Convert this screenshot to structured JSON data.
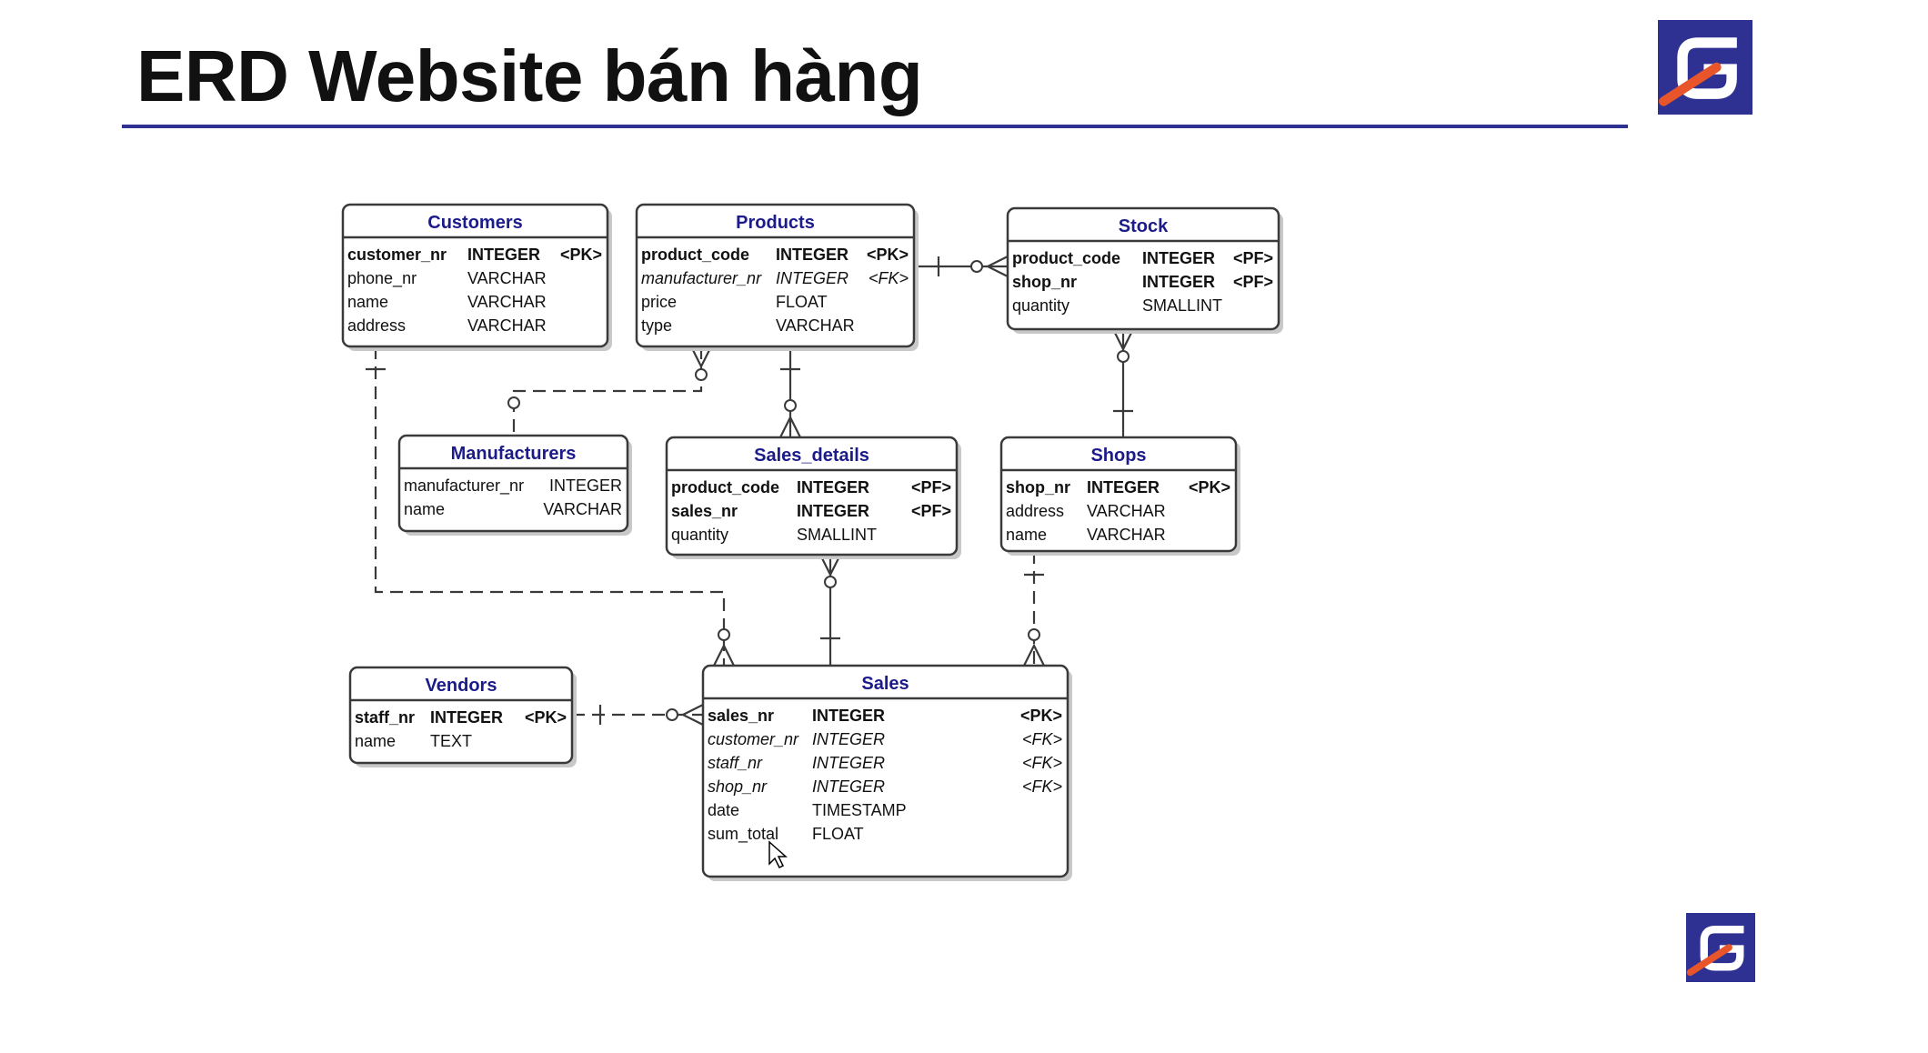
{
  "slide": {
    "title": "ERD Website bán hàng"
  },
  "colors": {
    "accent": "#2e3192",
    "entity_title": "#1b1b8a",
    "logo_orange": "#e8552a"
  },
  "icons": {
    "logo": "brand-g-logo-icon",
    "cursor": "mouse-cursor-icon"
  },
  "entities": [
    {
      "id": "customers",
      "name": "Customers",
      "fields": [
        {
          "name": "customer_nr",
          "type": "INTEGER",
          "key": "<PK>",
          "style": "bold"
        },
        {
          "name": "phone_nr",
          "type": "VARCHAR",
          "key": "",
          "style": "normal"
        },
        {
          "name": "name",
          "type": "VARCHAR",
          "key": "",
          "style": "normal"
        },
        {
          "name": "address",
          "type": "VARCHAR",
          "key": "",
          "style": "normal"
        }
      ]
    },
    {
      "id": "products",
      "name": "Products",
      "fields": [
        {
          "name": "product_code",
          "type": "INTEGER",
          "key": "<PK>",
          "style": "bold"
        },
        {
          "name": "manufacturer_nr",
          "type": "INTEGER",
          "key": "<FK>",
          "style": "italic"
        },
        {
          "name": "price",
          "type": "FLOAT",
          "key": "",
          "style": "normal"
        },
        {
          "name": "type",
          "type": "VARCHAR",
          "key": "",
          "style": "normal"
        }
      ]
    },
    {
      "id": "stock",
      "name": "Stock",
      "fields": [
        {
          "name": "product_code",
          "type": "INTEGER",
          "key": "<PF>",
          "style": "bold"
        },
        {
          "name": "shop_nr",
          "type": "INTEGER",
          "key": "<PF>",
          "style": "bold"
        },
        {
          "name": "quantity",
          "type": "SMALLINT",
          "key": "",
          "style": "normal"
        }
      ]
    },
    {
      "id": "manufacturers",
      "name": "Manufacturers",
      "fields": [
        {
          "name": "manufacturer_nr",
          "type": "INTEGER",
          "key": "",
          "style": "normal"
        },
        {
          "name": "name",
          "type": "VARCHAR",
          "key": "",
          "style": "normal"
        }
      ]
    },
    {
      "id": "sales_details",
      "name": "Sales_details",
      "fields": [
        {
          "name": "product_code",
          "type": "INTEGER",
          "key": "<PF>",
          "style": "bold"
        },
        {
          "name": "sales_nr",
          "type": "INTEGER",
          "key": "<PF>",
          "style": "bold"
        },
        {
          "name": "quantity",
          "type": "SMALLINT",
          "key": "",
          "style": "normal"
        }
      ]
    },
    {
      "id": "shops",
      "name": "Shops",
      "fields": [
        {
          "name": "shop_nr",
          "type": "INTEGER",
          "key": "<PK>",
          "style": "bold"
        },
        {
          "name": "address",
          "type": "VARCHAR",
          "key": "",
          "style": "normal"
        },
        {
          "name": "name",
          "type": "VARCHAR",
          "key": "",
          "style": "normal"
        }
      ]
    },
    {
      "id": "vendors",
      "name": "Vendors",
      "fields": [
        {
          "name": "staff_nr",
          "type": "INTEGER",
          "key": "<PK>",
          "style": "bold"
        },
        {
          "name": "name",
          "type": "TEXT",
          "key": "",
          "style": "normal"
        }
      ]
    },
    {
      "id": "sales",
      "name": "Sales",
      "fields": [
        {
          "name": "sales_nr",
          "type": "INTEGER",
          "key": "<PK>",
          "style": "bold"
        },
        {
          "name": "customer_nr",
          "type": "INTEGER",
          "key": "<FK>",
          "style": "italic"
        },
        {
          "name": "staff_nr",
          "type": "INTEGER",
          "key": "<FK>",
          "style": "italic"
        },
        {
          "name": "shop_nr",
          "type": "INTEGER",
          "key": "<FK>",
          "style": "italic"
        },
        {
          "name": "date",
          "type": "TIMESTAMP",
          "key": "",
          "style": "normal"
        },
        {
          "name": "sum_total",
          "type": "FLOAT",
          "key": "",
          "style": "normal"
        }
      ]
    }
  ],
  "relationships": [
    {
      "id": "products-stock",
      "from": "Products",
      "to": "Stock",
      "style": "solid"
    },
    {
      "id": "shops-stock",
      "from": "Shops",
      "to": "Stock",
      "style": "solid"
    },
    {
      "id": "manufacturers-products",
      "from": "Manufacturers",
      "to": "Products",
      "style": "dashed"
    },
    {
      "id": "products-sales-details",
      "from": "Products",
      "to": "Sales_details",
      "style": "solid"
    },
    {
      "id": "sales-sales-details",
      "from": "Sales",
      "to": "Sales_details",
      "style": "solid"
    },
    {
      "id": "customers-sales",
      "from": "Customers",
      "to": "Sales",
      "style": "dashed"
    },
    {
      "id": "shops-sales",
      "from": "Shops",
      "to": "Sales",
      "style": "dashed"
    },
    {
      "id": "vendors-sales",
      "from": "Vendors",
      "to": "Sales",
      "style": "dashed"
    }
  ]
}
